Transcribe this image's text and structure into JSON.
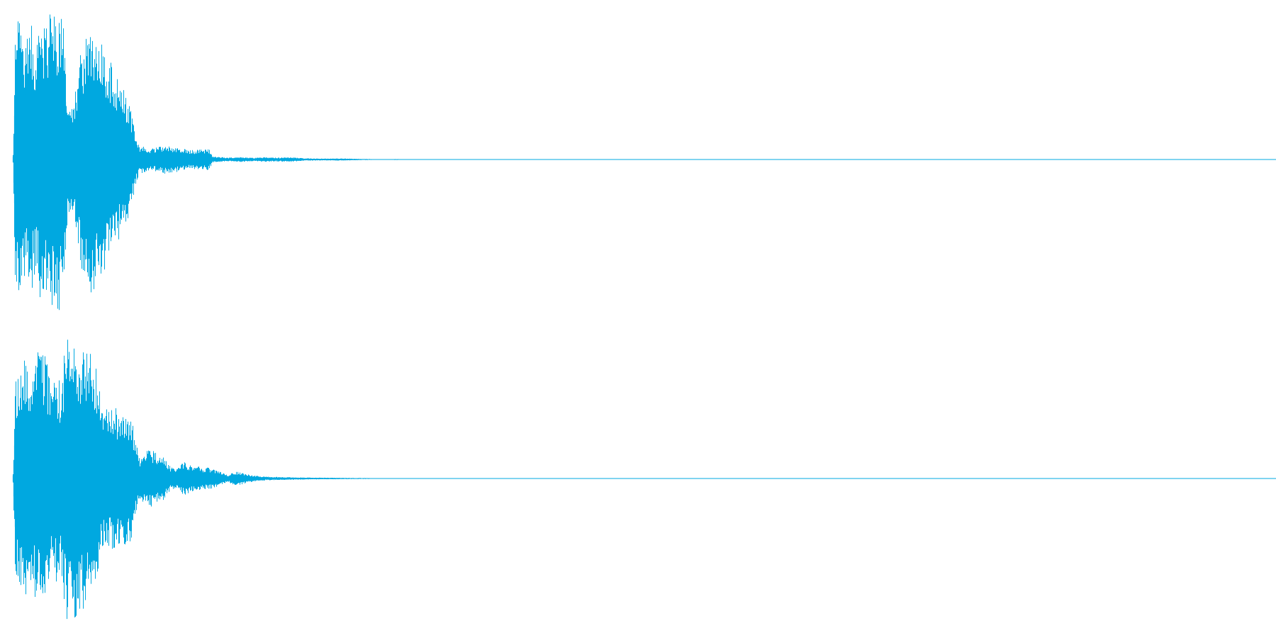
{
  "waveform": {
    "color": "#00a8e0",
    "channels": [
      {
        "name": "channel-1",
        "envelope": [
          [
            0.0,
            0.03
          ],
          [
            0.002,
            0.88
          ],
          [
            0.005,
            0.97
          ],
          [
            0.01,
            0.74
          ],
          [
            0.014,
            0.92
          ],
          [
            0.018,
            0.68
          ],
          [
            0.022,
            0.94
          ],
          [
            0.026,
            0.86
          ],
          [
            0.03,
            0.99
          ],
          [
            0.034,
            0.95
          ],
          [
            0.036,
            0.97
          ],
          [
            0.04,
            0.94
          ],
          [
            0.043,
            0.4
          ],
          [
            0.046,
            0.3
          ],
          [
            0.049,
            0.42
          ],
          [
            0.053,
            0.66
          ],
          [
            0.057,
            0.8
          ],
          [
            0.061,
            0.86
          ],
          [
            0.065,
            0.82
          ],
          [
            0.07,
            0.74
          ],
          [
            0.076,
            0.64
          ],
          [
            0.082,
            0.54
          ],
          [
            0.088,
            0.44
          ],
          [
            0.093,
            0.33
          ],
          [
            0.097,
            0.18
          ],
          [
            0.1,
            0.09
          ],
          [
            0.11,
            0.07
          ],
          [
            0.12,
            0.09
          ],
          [
            0.13,
            0.08
          ],
          [
            0.14,
            0.06
          ],
          [
            0.15,
            0.065
          ],
          [
            0.155,
            0.07
          ],
          [
            0.158,
            0.02
          ],
          [
            0.17,
            0.012
          ],
          [
            0.18,
            0.015
          ],
          [
            0.19,
            0.011
          ],
          [
            0.2,
            0.014
          ],
          [
            0.21,
            0.012
          ],
          [
            0.22,
            0.015
          ],
          [
            0.23,
            0.008
          ],
          [
            0.245,
            0.006
          ],
          [
            0.26,
            0.007
          ],
          [
            0.275,
            0.004
          ],
          [
            0.29,
            0.002
          ],
          [
            0.305,
            0.003
          ],
          [
            0.32,
            0.0
          ],
          [
            1.0,
            0.0
          ]
        ]
      },
      {
        "name": "channel-2",
        "envelope": [
          [
            0.0,
            0.03
          ],
          [
            0.002,
            0.66
          ],
          [
            0.005,
            0.72
          ],
          [
            0.01,
            0.78
          ],
          [
            0.015,
            0.7
          ],
          [
            0.02,
            0.82
          ],
          [
            0.025,
            0.8
          ],
          [
            0.03,
            0.64
          ],
          [
            0.034,
            0.66
          ],
          [
            0.038,
            0.62
          ],
          [
            0.043,
            0.97
          ],
          [
            0.047,
            0.92
          ],
          [
            0.052,
            0.86
          ],
          [
            0.057,
            0.86
          ],
          [
            0.062,
            0.78
          ],
          [
            0.066,
            0.72
          ],
          [
            0.07,
            0.46
          ],
          [
            0.075,
            0.44
          ],
          [
            0.08,
            0.46
          ],
          [
            0.085,
            0.42
          ],
          [
            0.09,
            0.44
          ],
          [
            0.094,
            0.4
          ],
          [
            0.097,
            0.24
          ],
          [
            0.1,
            0.13
          ],
          [
            0.105,
            0.19
          ],
          [
            0.11,
            0.18
          ],
          [
            0.115,
            0.16
          ],
          [
            0.12,
            0.13
          ],
          [
            0.125,
            0.07
          ],
          [
            0.13,
            0.06
          ],
          [
            0.135,
            0.11
          ],
          [
            0.14,
            0.09
          ],
          [
            0.145,
            0.08
          ],
          [
            0.15,
            0.07
          ],
          [
            0.155,
            0.07
          ],
          [
            0.16,
            0.06
          ],
          [
            0.165,
            0.04
          ],
          [
            0.17,
            0.02
          ],
          [
            0.175,
            0.045
          ],
          [
            0.18,
            0.04
          ],
          [
            0.185,
            0.03
          ],
          [
            0.19,
            0.02
          ],
          [
            0.2,
            0.012
          ],
          [
            0.21,
            0.01
          ],
          [
            0.22,
            0.008
          ],
          [
            0.235,
            0.006
          ],
          [
            0.25,
            0.005
          ],
          [
            0.265,
            0.004
          ],
          [
            0.28,
            0.003
          ],
          [
            0.3,
            0.0
          ],
          [
            1.0,
            0.0
          ]
        ]
      }
    ]
  }
}
